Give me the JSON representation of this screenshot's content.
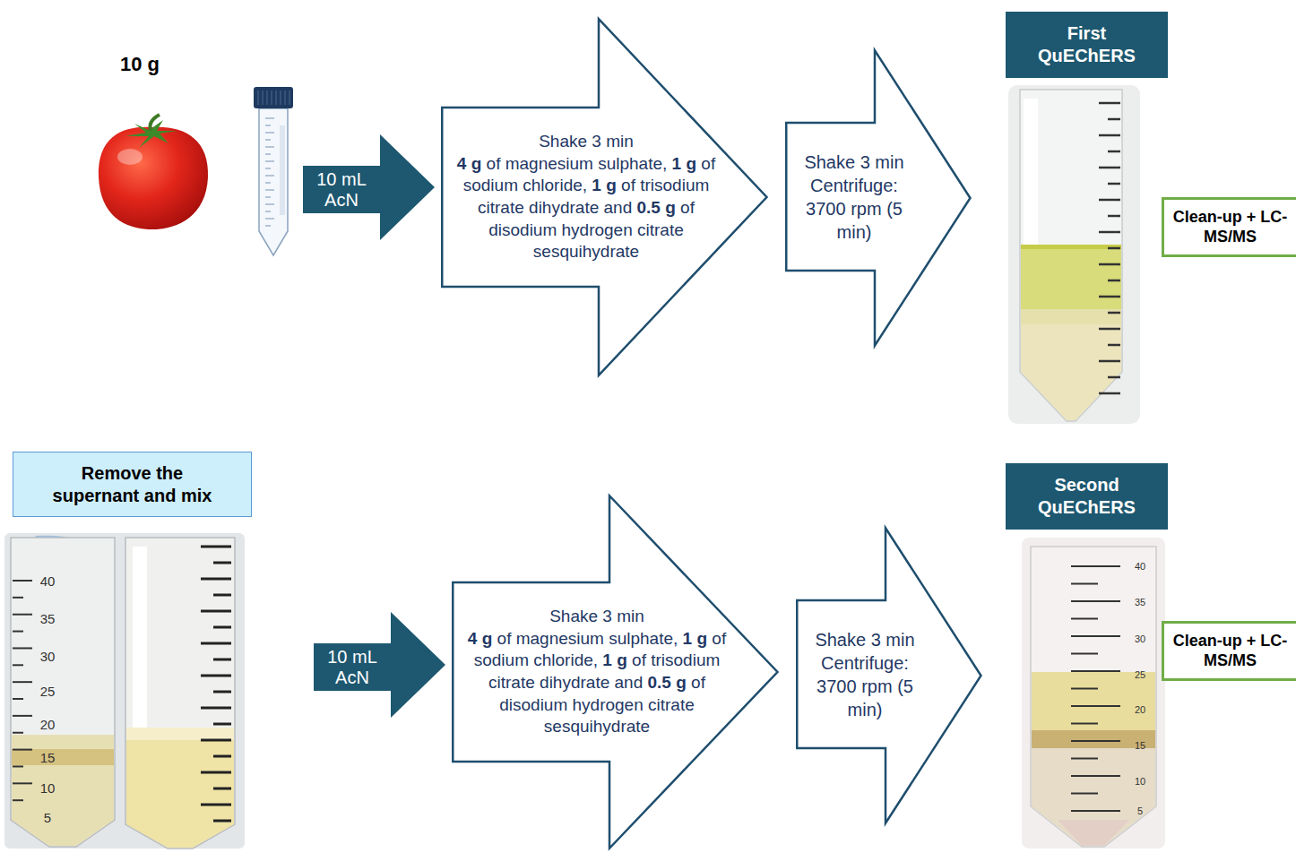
{
  "diagram": {
    "nodes": [
      {
        "text": [
          "10 mL AcN"
        ]
      },
      {
        "text": [
          "Shake 3 min",
          "4 g of magnesium sulphate, 1 g of sodium chloride, 1 g of trisodium citrate dihydrate and 0.5 g of disodium hydrogen citrate sesquihydrate"
        ]
      },
      {
        "text": [
          "Shake 3 min",
          "Centrifuge: 3700 rpm (5 min)"
        ]
      },
      {
        "text": [
          "First QuEChERS"
        ]
      },
      {
        "text": [
          "Clean-up + LC-MS/MS"
        ]
      },
      {
        "text": [
          "Remove the supernant and mix"
        ]
      },
      {
        "text": [
          "10 mL AcN"
        ]
      },
      {
        "text": [
          "Shake 3 min",
          "4 g of magnesium sulphate, 1 g of sodium chloride, 1 g of trisodium citrate dihydrate and 0.5 g of disodium hydrogen citrate sesquihydrate"
        ]
      },
      {
        "text": [
          "Shake 3 min",
          "Centrifuge: 3700 rpm (5 min)"
        ]
      },
      {
        "text": [
          "Second QuEChERS"
        ]
      },
      {
        "text": [
          "Clean-up + LC-MS/MS"
        ]
      }
    ],
    "labels": [
      "10 g",
      "40",
      "35",
      "30",
      "25",
      "20",
      "15",
      "10",
      "5",
      "40",
      "35",
      "30",
      "25",
      "20",
      "15",
      "10",
      "5"
    ]
  }
}
